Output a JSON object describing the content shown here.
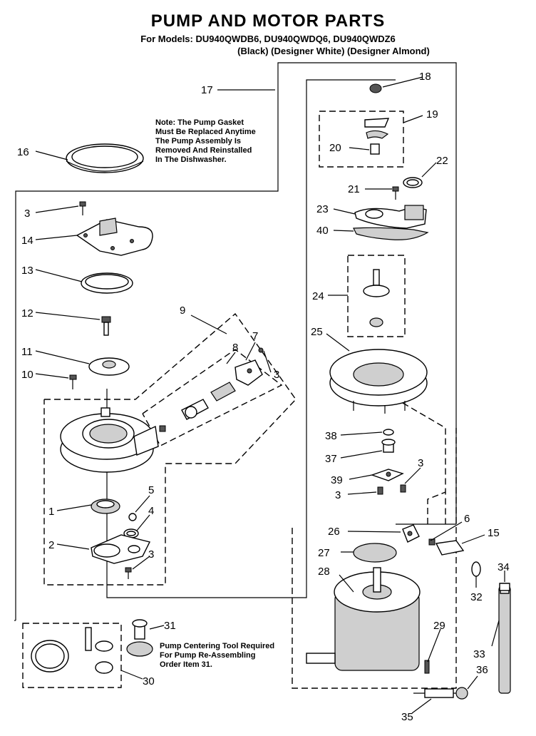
{
  "header": {
    "title": "PUMP AND MOTOR PARTS",
    "models": "For Models: DU940QWDB6, DU940QWDQ6, DU940QWDZ6",
    "colors": "(Black)         (Designer White) (Designer Almond)"
  },
  "notes": {
    "gasket": "Note: The Pump Gasket\nMust Be Replaced Anytime\nThe Pump Assembly Is\nRemoved And Reinstalled\nIn The Dishwasher.",
    "tool": "Pump Centering Tool Required\nFor Pump Re-Assembling\nOrder Item 31."
  },
  "callouts": {
    "c1": "1",
    "c2": "2",
    "c3a": "3",
    "c3b": "3",
    "c3c": "3",
    "c3d": "3",
    "c3e": "3",
    "c4": "4",
    "c5": "5",
    "c6": "6",
    "c7": "7",
    "c8": "8",
    "c9": "9",
    "c10": "10",
    "c11": "11",
    "c12": "12",
    "c13": "13",
    "c14": "14",
    "c15": "15",
    "c16": "16",
    "c17": "17",
    "c18": "18",
    "c19": "19",
    "c20": "20",
    "c21": "21",
    "c22": "22",
    "c23": "23",
    "c24": "24",
    "c25": "25",
    "c26": "26",
    "c27": "27",
    "c28": "28",
    "c29": "29",
    "c30": "30",
    "c31": "31",
    "c32": "32",
    "c33": "33",
    "c34": "34",
    "c35": "35",
    "c36": "36",
    "c37": "37",
    "c38": "38",
    "c39": "39",
    "c40": "40"
  }
}
